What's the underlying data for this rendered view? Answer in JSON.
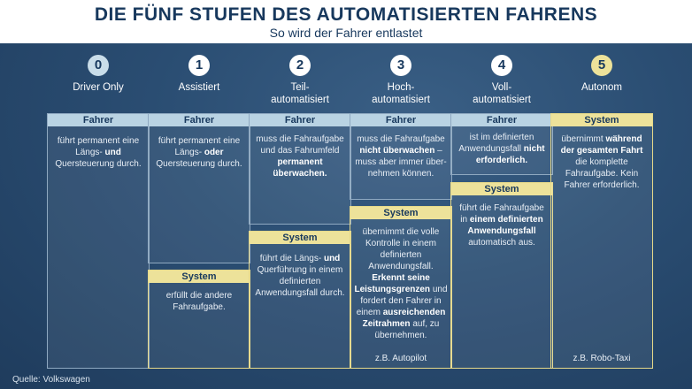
{
  "header": {
    "title": "DIE FÜNF STUFEN DES AUTOMATISIERTEN FAHRENS",
    "subtitle": "So wird der Fahrer entlastet"
  },
  "source": "Quelle: Volkswagen",
  "colors": {
    "navy": "#17385d",
    "blue_label": "#b9d3e3",
    "yellow_label": "#ede29a"
  },
  "levels": [
    {
      "number": "0",
      "name_1": "Driver Only",
      "name_2": "",
      "fahrer": {
        "label": "Fahrer",
        "t1": "führt permanent eine Längs-",
        "b1": "und",
        "t2": "Quersteuerung durch."
      }
    },
    {
      "number": "1",
      "name_1": "Assistiert",
      "name_2": "",
      "fahrer": {
        "label": "Fahrer",
        "t1": "führt permanent eine Längs-",
        "b1": "oder",
        "t2": "Quersteuerung durch."
      },
      "system": {
        "label": "System",
        "t1": "erfüllt die andere Fahraufgabe."
      }
    },
    {
      "number": "2",
      "name_1": "Teil-",
      "name_2": "automatisiert",
      "fahrer": {
        "label": "Fahrer",
        "t1": "muss die Fahraufgabe und das Fahrumfeld",
        "b1": "permanent überwachen."
      },
      "system": {
        "label": "System",
        "t1": "führt die Längs-",
        "b1": "und",
        "t2": "Querführung in einem definierten Anwendungsfall durch."
      }
    },
    {
      "number": "3",
      "name_1": "Hoch-",
      "name_2": "automatisiert",
      "fahrer": {
        "label": "Fahrer",
        "t1": "muss die Fahraufgabe",
        "b1": "nicht überwachen",
        "t2": "– muss aber immer über-nehmen können."
      },
      "system": {
        "label": "System",
        "t1": "übernimmt die volle Kontrolle in einem definierten Anwendungsfall.",
        "b1": "Erkennt seine Leistungsgrenzen",
        "t2": "und fordert den Fahrer in einem",
        "b2": "ausreichenden Zeitrahmen",
        "t3": "auf, zu übernehmen.",
        "example": "z.B. Autopilot"
      }
    },
    {
      "number": "4",
      "name_1": "Voll-",
      "name_2": "automatisiert",
      "fahrer": {
        "label": "Fahrer",
        "t1": "ist im definierten Anwendungsfall",
        "b1": "nicht erforderlich."
      },
      "system": {
        "label": "System",
        "t1": "führt die Fahraufgabe in",
        "b1": "einem definierten Anwendungsfall",
        "t2": "automatisch aus."
      }
    },
    {
      "number": "5",
      "name_1": "Autonom",
      "name_2": "",
      "system": {
        "label": "System",
        "t1": "übernimmt",
        "b1": "während der gesamten Fahrt",
        "t2": "die komplette Fahraufgabe. Kein Fahrer erforderlich.",
        "example": "z.B. Robo-Taxi"
      }
    }
  ]
}
